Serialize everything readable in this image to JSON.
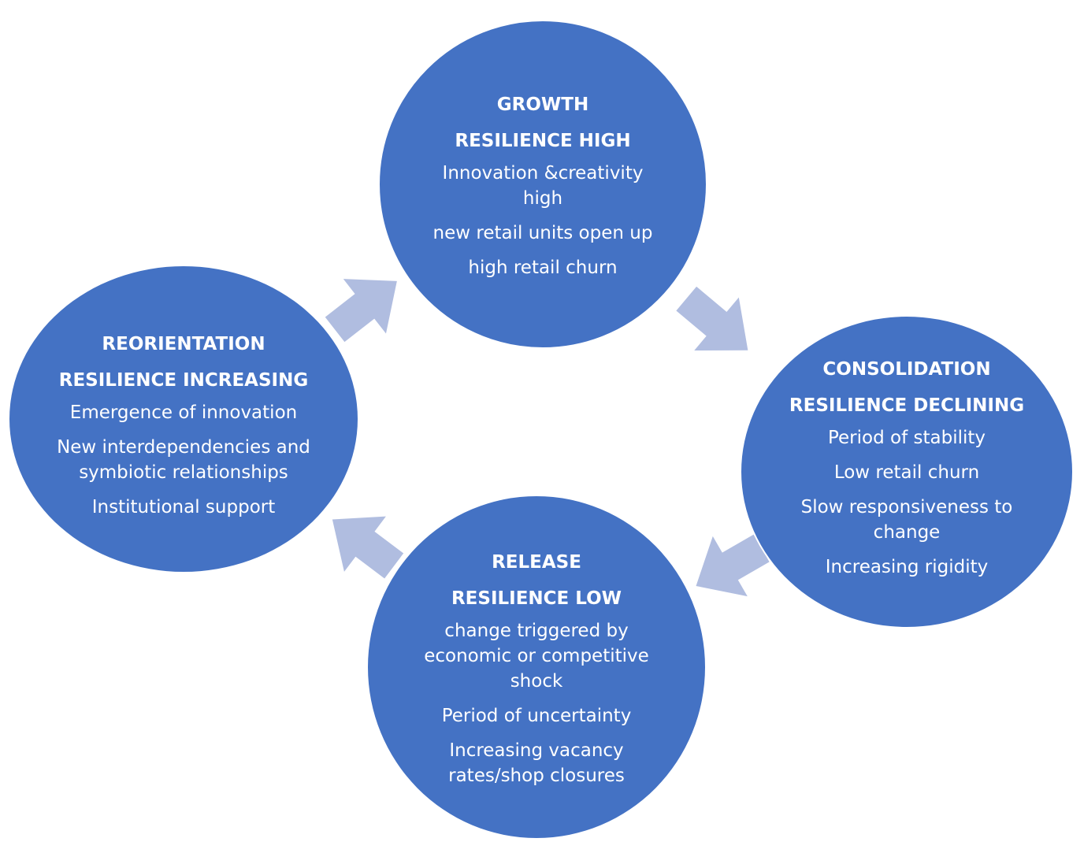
{
  "colors": {
    "node_fill": "#4472c4",
    "arrow_fill": "#b0bde0",
    "text": "#ffffff"
  },
  "nodes": {
    "growth": {
      "title": "GROWTH",
      "subtitle": "RESILIENCE HIGH",
      "items": [
        "Innovation  &creativity high",
        "new retail units open up",
        "high retail churn"
      ]
    },
    "consolidation": {
      "title": "CONSOLIDATION",
      "subtitle": "RESILIENCE DECLINING",
      "items": [
        "Period of stability",
        "Low retail churn",
        "Slow responsiveness to change",
        "Increasing rigidity"
      ]
    },
    "release": {
      "title": "RELEASE",
      "subtitle": "RESILIENCE LOW",
      "items": [
        "change triggered by economic or competitive shock",
        "Period of uncertainty",
        "Increasing vacancy rates/shop closures"
      ]
    },
    "reorientation": {
      "title": "REORIENTATION",
      "subtitle": "RESILIENCE INCREASING",
      "items": [
        "Emergence of innovation",
        "New interdependencies and symbiotic relationships",
        "Institutional support"
      ]
    }
  }
}
